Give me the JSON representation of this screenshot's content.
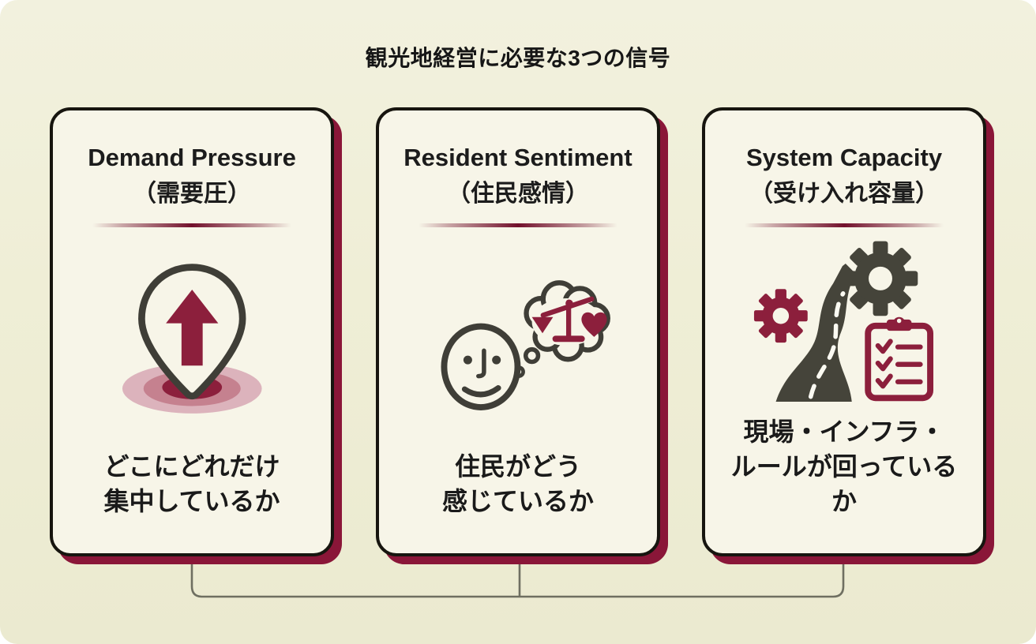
{
  "page": {
    "title": "観光地経営に必要な3つの信号"
  },
  "cards": [
    {
      "id": "demand-pressure",
      "title_en": "Demand Pressure",
      "title_ja": "（需要圧）",
      "icon": "location-pin-up-arrow-ripple-icon",
      "desc_line1": "どこにどれだけ",
      "desc_line2": "集中しているか"
    },
    {
      "id": "resident-sentiment",
      "title_en": "Resident Sentiment",
      "title_ja": "（住民感情）",
      "icon": "face-thought-bubble-scale-heart-icon",
      "desc_line1": "住民がどう",
      "desc_line2": "感じているか"
    },
    {
      "id": "system-capacity",
      "title_en": "System Capacity",
      "title_ja": "（受け入れ容量）",
      "icon": "road-gears-checklist-icon",
      "desc_line1": "現場・インフラ・",
      "desc_line2": "ルールが回っているか"
    }
  ],
  "colors": {
    "background_top": "#f2f1de",
    "background_bottom": "#ebead0",
    "card_background": "#f7f5e8",
    "card_border": "#17150f",
    "card_shadow_maroon": "#8a1638",
    "accent_maroon": "#8c1f3c",
    "divider_maroon": "#72102b",
    "icon_dark_gray": "#45443a",
    "connector_gray": "#6f6f61",
    "text_color": "#1a1a1a"
  }
}
